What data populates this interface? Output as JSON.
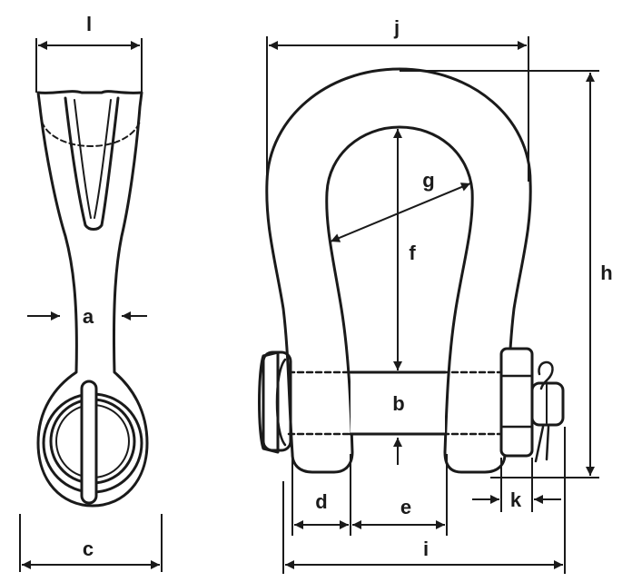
{
  "colors": {
    "ink": "#1a1a1a",
    "paper": "#ffffff"
  },
  "labels": {
    "l": "l",
    "a": "a",
    "c": "c",
    "j": "j",
    "g": "g",
    "f": "f",
    "h": "h",
    "b": "b",
    "d": "d",
    "e": "e",
    "k": "k",
    "i": "i"
  }
}
